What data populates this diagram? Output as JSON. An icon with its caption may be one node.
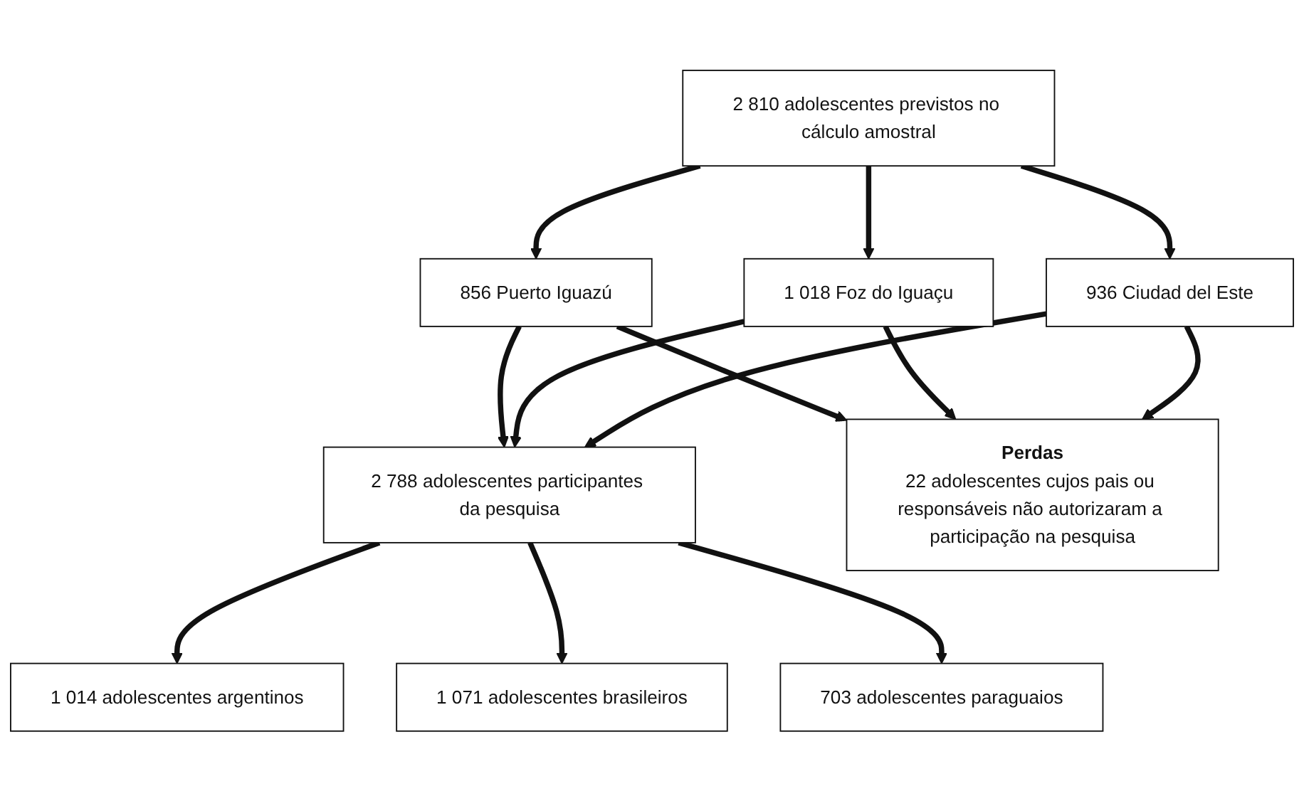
{
  "diagram": {
    "nodes": [
      {
        "text": [
          "2 810 adolescentes previstos no cálculo amostral"
        ]
      },
      {
        "text": [
          "856 Puerto Iguazú"
        ]
      },
      {
        "text": [
          "1 018 Foz do Iguaçu"
        ]
      },
      {
        "text": [
          "936 Ciudad del Este"
        ]
      },
      {
        "text": [
          "2 788 adolescentes participantes da pesquisa"
        ]
      },
      {
        "text": [
          "Perdas",
          "22 adolescentes cujos pais ou responsáveis não autorizaram a participação na pesquisa"
        ]
      },
      {
        "text": [
          "1 014 adolescentes argentinos"
        ]
      },
      {
        "text": [
          "1 071 adolescentes brasileiros"
        ]
      },
      {
        "text": [
          "703 adolescentes paraguaios"
        ]
      }
    ],
    "edges": [
      {
        "from": 0,
        "to": 1,
        "arrow": "to"
      },
      {
        "from": 0,
        "to": 2,
        "arrow": "to"
      },
      {
        "from": 0,
        "to": 3,
        "arrow": "to"
      },
      {
        "from": 1,
        "to": 4,
        "arrow": "to"
      },
      {
        "from": 2,
        "to": 4,
        "arrow": "to"
      },
      {
        "from": 3,
        "to": 4,
        "arrow": "to"
      },
      {
        "from": 1,
        "to": 5,
        "arrow": "to"
      },
      {
        "from": 2,
        "to": 5,
        "arrow": "to"
      },
      {
        "from": 3,
        "to": 5,
        "arrow": "to"
      },
      {
        "from": 4,
        "to": 6,
        "arrow": "to"
      },
      {
        "from": 4,
        "to": 7,
        "arrow": "to"
      },
      {
        "from": 4,
        "to": 8,
        "arrow": "to"
      }
    ]
  }
}
